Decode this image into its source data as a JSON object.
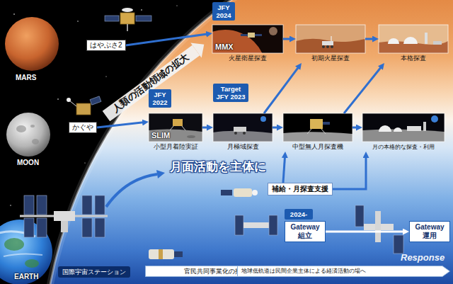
{
  "diagram": {
    "nodes": [
      {
        "text": [
          "はやぶさ2"
        ]
      },
      {
        "text": [
          "JFY 2024"
        ]
      },
      {
        "text": [
          "MMX",
          "火星衛星探査"
        ]
      },
      {
        "text": [
          "初期火星探査"
        ]
      },
      {
        "text": [
          "本格探査"
        ]
      },
      {
        "text": [
          "かぐや"
        ]
      },
      {
        "text": [
          "JFY 2022"
        ]
      },
      {
        "text": [
          "SLIM",
          "小型月着陸実証"
        ]
      },
      {
        "text": [
          "Target JFY 2023"
        ]
      },
      {
        "text": [
          "月極域探査"
        ]
      },
      {
        "text": [
          "中型無人月探査機"
        ]
      },
      {
        "text": [
          "月の本格的な探査・利用"
        ]
      },
      {
        "text": [
          "補給・月探査支援"
        ]
      },
      {
        "text": [
          "2024-"
        ]
      },
      {
        "text": [
          "Gateway 組立"
        ]
      },
      {
        "text": [
          "Gateway 運用"
        ]
      },
      {
        "text": [
          "国際宇宙ステーション"
        ]
      },
      {
        "text": [
          "官民共同事業化の推進"
        ]
      },
      {
        "text": [
          "地球低軌道は民間企業主体による経済活動の場へ"
        ]
      }
    ],
    "edges": [
      {
        "from": 0,
        "to": 2,
        "arrow": "to"
      },
      {
        "from": 2,
        "to": 3,
        "arrow": "to"
      },
      {
        "from": 3,
        "to": 4,
        "arrow": "to"
      },
      {
        "from": 5,
        "to": 7,
        "arrow": "to"
      },
      {
        "from": 7,
        "to": 9,
        "arrow": "to"
      },
      {
        "from": 9,
        "to": 10,
        "arrow": "to"
      },
      {
        "from": 10,
        "to": 11,
        "arrow": "to"
      },
      {
        "from": 9,
        "to": 3,
        "arrow": "to"
      },
      {
        "from": 10,
        "to": 4,
        "arrow": "to"
      },
      {
        "from": 12,
        "to": 10,
        "arrow": "to"
      },
      {
        "from": 12,
        "to": 11,
        "arrow": "to"
      },
      {
        "from": 14,
        "to": 15,
        "arrow": "to"
      },
      {
        "from": 17,
        "to": 18,
        "arrow": "to"
      }
    ],
    "labels": [
      "MARS",
      "MOON",
      "EARTH",
      "人類の活動領域の拡大",
      "月面活動を主体に",
      "Response"
    ]
  }
}
